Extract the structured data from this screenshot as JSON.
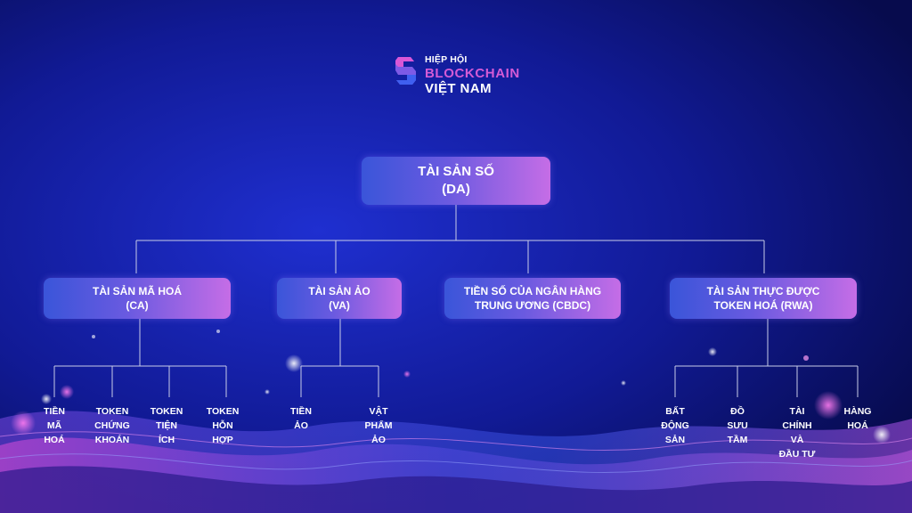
{
  "logo": {
    "line1": "HIỆP HỘI",
    "line2": "BLOCKCHAIN",
    "line3": "VIỆT NAM"
  },
  "root": {
    "line1": "TÀI SẢN SỐ",
    "line2": "(DA)"
  },
  "categories": [
    {
      "line1": "TÀI SẢN MÃ HOÁ",
      "line2": "(CA)",
      "children": [
        [
          "TIỀN",
          "MÃ",
          "HOÁ"
        ],
        [
          "TOKEN",
          "CHỨNG",
          "KHOÁN"
        ],
        [
          "TOKEN",
          "TIỆN",
          "ÍCH"
        ],
        [
          "TOKEN",
          "HỖN",
          "HỢP"
        ]
      ]
    },
    {
      "line1": "TÀI SẢN ẢO",
      "line2": "(VA)",
      "children": [
        [
          "TIỀN",
          "ẢO"
        ],
        [
          "VẬT",
          "PHẨM",
          "ẢO"
        ]
      ]
    },
    {
      "line1": "TIỀN SỐ CỦA NGÂN HÀNG",
      "line2": "TRUNG ƯƠNG (CBDC)",
      "children": []
    },
    {
      "line1": "TÀI SẢN THỰC ĐƯỢC",
      "line2": "TOKEN HOÁ (RWA)",
      "children": [
        [
          "BẤT",
          "ĐỘNG",
          "SẢN"
        ],
        [
          "ĐỒ",
          "SƯU",
          "TẦM"
        ],
        [
          "TÀI",
          "CHÍNH",
          "VÀ",
          "ĐẦU TƯ"
        ],
        [
          "HÀNG",
          "HOÁ"
        ]
      ]
    }
  ],
  "colors": {
    "background": "#0a1170",
    "accent": "#c56de6",
    "connector": "#c8cce8"
  }
}
